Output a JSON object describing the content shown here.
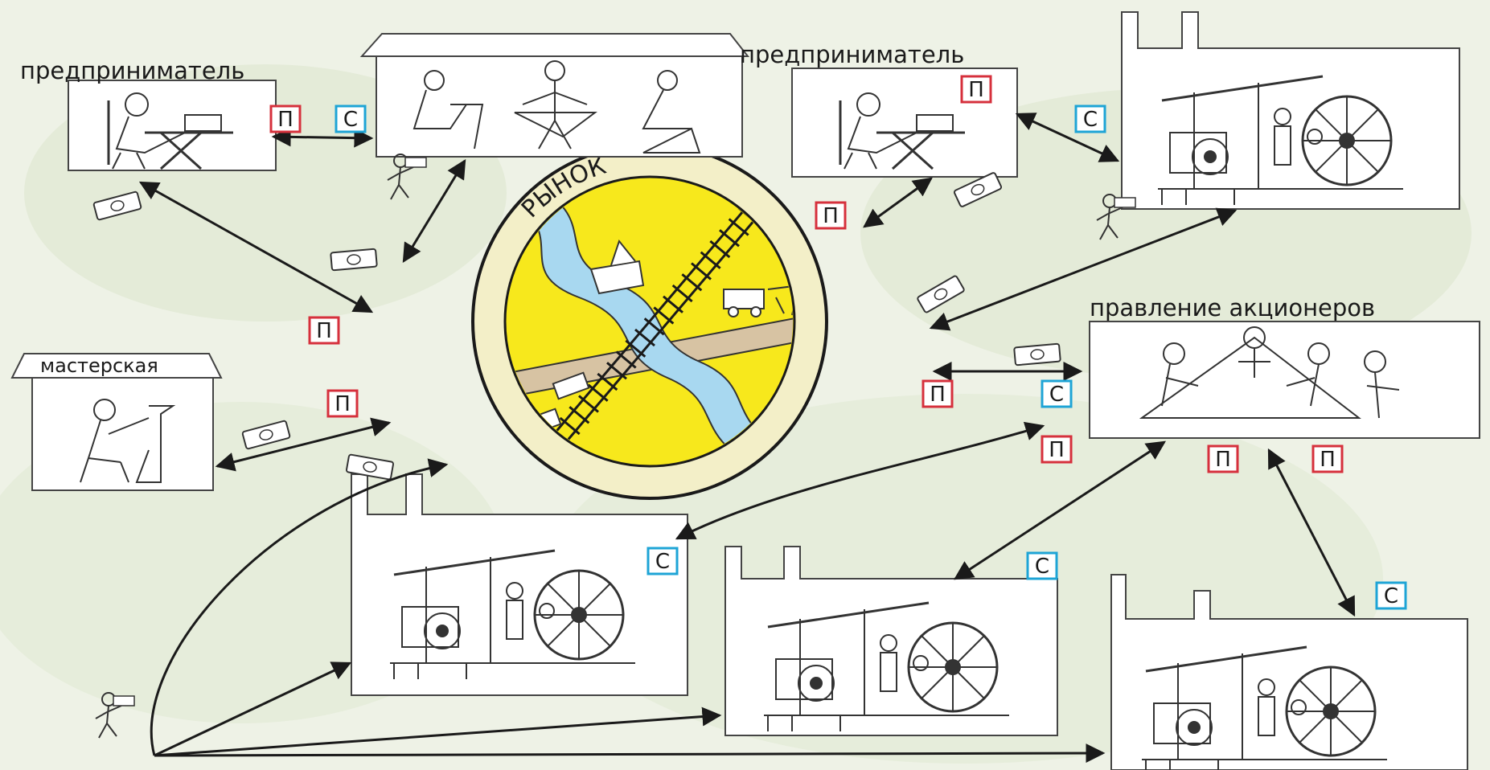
{
  "labels": {
    "entrepreneur_left": "предприниматель",
    "entrepreneur_right": "предприниматель",
    "workshop": "мастерская",
    "shareholders_board": "правление акционеров",
    "market": "РЫНОК"
  },
  "badges": {
    "p": "П",
    "c": "С"
  },
  "colors": {
    "badge_p": "#d6303c",
    "badge_c": "#1ea4d6",
    "market_yellow": "#f7e81c",
    "market_ring": "#f3efc8",
    "river": "#a8d8f0",
    "road": "#d7c3a3",
    "background": "#eef2e6"
  },
  "icons": {
    "factory": "factory-machinery-icon",
    "entrepreneur": "entrepreneur-at-desk-icon",
    "courier": "running-courier-icon",
    "banknote": "banknote-icon"
  }
}
